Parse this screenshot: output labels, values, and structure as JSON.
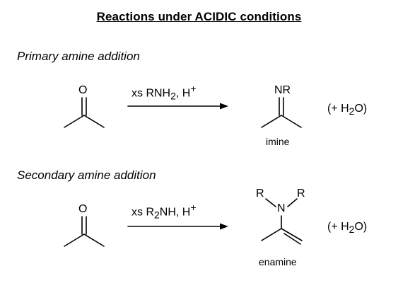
{
  "title": "Reactions under ACIDIC conditions",
  "sections": [
    {
      "label": "Primary amine addition",
      "reagent": {
        "prefix": "xs RNH",
        "sub": "2",
        "suffix": ", H",
        "sup": "+"
      },
      "product_name": "imine",
      "product_atom": "NR",
      "reactant_atom": "O",
      "byproduct": {
        "prefix": "(+ H",
        "sub": "2",
        "suffix": "O)"
      }
    },
    {
      "label": "Secondary amine addition",
      "reagent": {
        "prefix": "xs R",
        "sub": "2",
        "suffix": "NH, H",
        "sup": "+"
      },
      "product_name": "enamine",
      "product_atoms": {
        "n": "N",
        "r_left": "R",
        "r_right": "R"
      },
      "reactant_atom": "O",
      "byproduct": {
        "prefix": "(+ H",
        "sub": "2",
        "suffix": "O)"
      }
    }
  ]
}
